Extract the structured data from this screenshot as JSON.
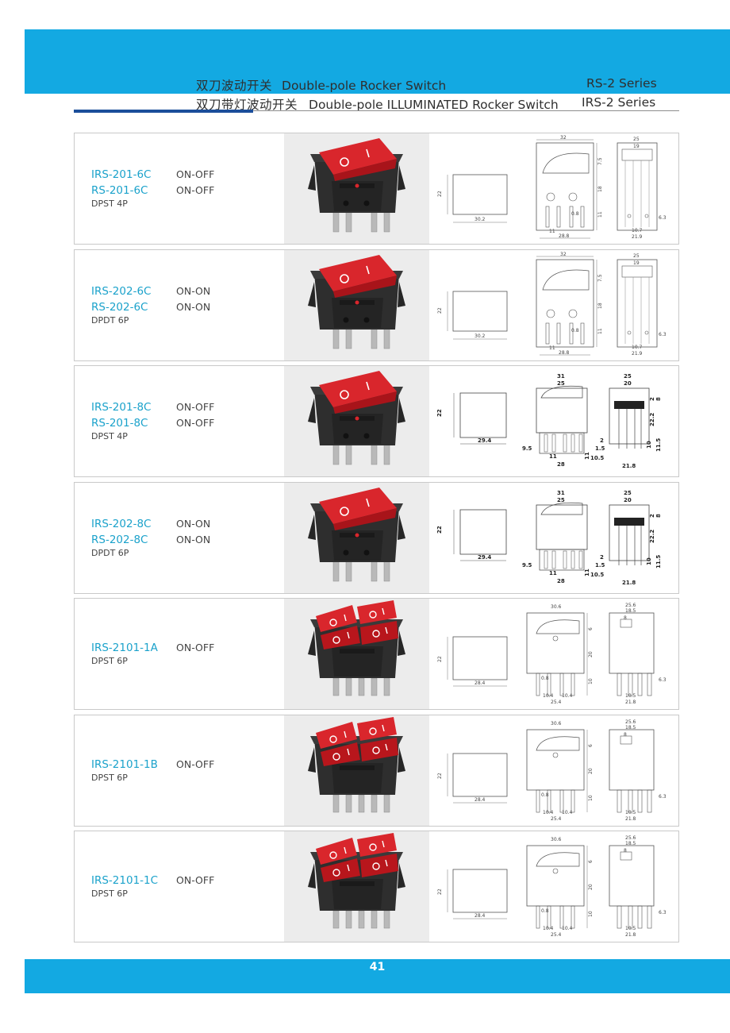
{
  "header": {
    "line1": {
      "cn": "双刀波动开关",
      "en": "Double-pole Rocker Switch",
      "series": "RS-2 Series"
    },
    "line2": {
      "cn": "双刀带灯波动开关",
      "en": "Double-pole ILLUMINATED Rocker Switch",
      "series": "IRS-2 Series"
    }
  },
  "colors": {
    "band": "#13a9e2",
    "accent_rule": "#1b4e9a",
    "model_text": "#1ba2cb",
    "rocker": "#d9262c",
    "housing": "#2e2e2e"
  },
  "products": [
    {
      "lines": [
        {
          "model": "IRS-201-6C",
          "mode": "ON-OFF"
        },
        {
          "model": "RS-201-6C",
          "mode": "ON-OFF"
        }
      ],
      "poles": "DPST 4P",
      "icon": "double-pole-rocker-switch-photo",
      "dims": {
        "cut_w": "30.2",
        "cut_h": "22",
        "body_w": "32",
        "foot_w": "28.8",
        "pin_gap": "11",
        "pin_t": "0.8",
        "h1": "7.5",
        "h2": "18",
        "h3": "11",
        "side_w": "25",
        "side_top": "19",
        "side_pin": "10.7",
        "side_base": "21.9",
        "tab": "6.3"
      }
    },
    {
      "lines": [
        {
          "model": "IRS-202-6C",
          "mode": "ON-ON"
        },
        {
          "model": "RS-202-6C",
          "mode": "ON-ON"
        }
      ],
      "poles": "DPDT 6P",
      "icon": "double-pole-rocker-switch-photo",
      "dims": {
        "cut_w": "30.2",
        "cut_h": "22",
        "body_w": "32",
        "foot_w": "28.8",
        "pin_gap": "11",
        "pin_t": "0.8",
        "h1": "7.5",
        "h2": "18",
        "h3": "11",
        "side_w": "25",
        "side_top": "19",
        "side_pin": "10.7",
        "side_base": "21.9",
        "tab": "6.3"
      }
    },
    {
      "lines": [
        {
          "model": "IRS-201-8C",
          "mode": "ON-OFF"
        },
        {
          "model": "RS-201-8C",
          "mode": "ON-OFF"
        }
      ],
      "poles": "DPST 4P",
      "icon": "double-pole-rocker-switch-photo",
      "dims": {
        "cut_w": "29.4",
        "cut_h": "22",
        "body_w": "31",
        "inner_w": "25",
        "pin_off": "9.5",
        "pin_gap": "11",
        "foot_w": "28",
        "h3": "11",
        "side_w": "25",
        "side_top": "20",
        "s2": "2",
        "s8": "8",
        "s22": "22.2",
        "s10": "10",
        "s115": "11.5",
        "s15": "1.5",
        "s105": "10.5",
        "side_base": "21.8"
      }
    },
    {
      "lines": [
        {
          "model": "IRS-202-8C",
          "mode": "ON-ON"
        },
        {
          "model": "RS-202-8C",
          "mode": "ON-ON"
        }
      ],
      "poles": "DPDT 6P",
      "icon": "double-pole-rocker-switch-photo",
      "dims": {
        "cut_w": "29.4",
        "cut_h": "22",
        "body_w": "31",
        "inner_w": "25",
        "pin_off": "9.5",
        "pin_gap": "11",
        "foot_w": "28",
        "h3": "11",
        "side_w": "25",
        "side_top": "20",
        "s2": "2",
        "s8": "8",
        "s22": "22.2",
        "s10": "10",
        "s115": "11.5",
        "s15": "1.5",
        "s105": "10.5",
        "side_base": "21.8"
      }
    },
    {
      "lines": [
        {
          "model": "IRS-2101-1A",
          "mode": "ON-OFF"
        }
      ],
      "poles": "DPST 6P",
      "icon": "twin-rocker-switch-photo",
      "dims": {
        "cut_w": "28.4",
        "cut_h": "22",
        "body_w": "30.6",
        "pin_t": "0.8",
        "p1": "10.4",
        "p2": "10.4",
        "foot_w": "25.4",
        "h1": "6",
        "h2": "20",
        "h3": "10",
        "side_w": "25.6",
        "side_top": "18.5",
        "side_in": "8",
        "side_pin": "10.5",
        "side_base": "21.8",
        "tab": "6.3"
      }
    },
    {
      "lines": [
        {
          "model": "IRS-2101-1B",
          "mode": "ON-OFF"
        }
      ],
      "poles": "DPST 6P",
      "icon": "twin-rocker-switch-photo",
      "dims": {
        "cut_w": "28.4",
        "cut_h": "22",
        "body_w": "30.6",
        "pin_t": "0.8",
        "p1": "10.4",
        "p2": "10.4",
        "foot_w": "25.4",
        "h1": "6",
        "h2": "20",
        "h3": "10",
        "side_w": "25.6",
        "side_top": "18.5",
        "side_in": "8",
        "side_pin": "10.5",
        "side_base": "21.8",
        "tab": "6.3"
      }
    },
    {
      "lines": [
        {
          "model": "IRS-2101-1C",
          "mode": "ON-OFF"
        }
      ],
      "poles": "DPST 6P",
      "icon": "twin-rocker-switch-photo",
      "dims": {
        "cut_w": "28.4",
        "cut_h": "22",
        "body_w": "30.6",
        "pin_t": "0.8",
        "p1": "10.4",
        "p2": "10.4",
        "foot_w": "25.4",
        "h1": "6",
        "h2": "20",
        "h3": "10",
        "side_w": "25.6",
        "side_top": "18.5",
        "side_in": "8",
        "side_pin": "10.5",
        "side_base": "21.8",
        "tab": "6.3"
      }
    }
  ],
  "footer": {
    "page_number": "41"
  }
}
